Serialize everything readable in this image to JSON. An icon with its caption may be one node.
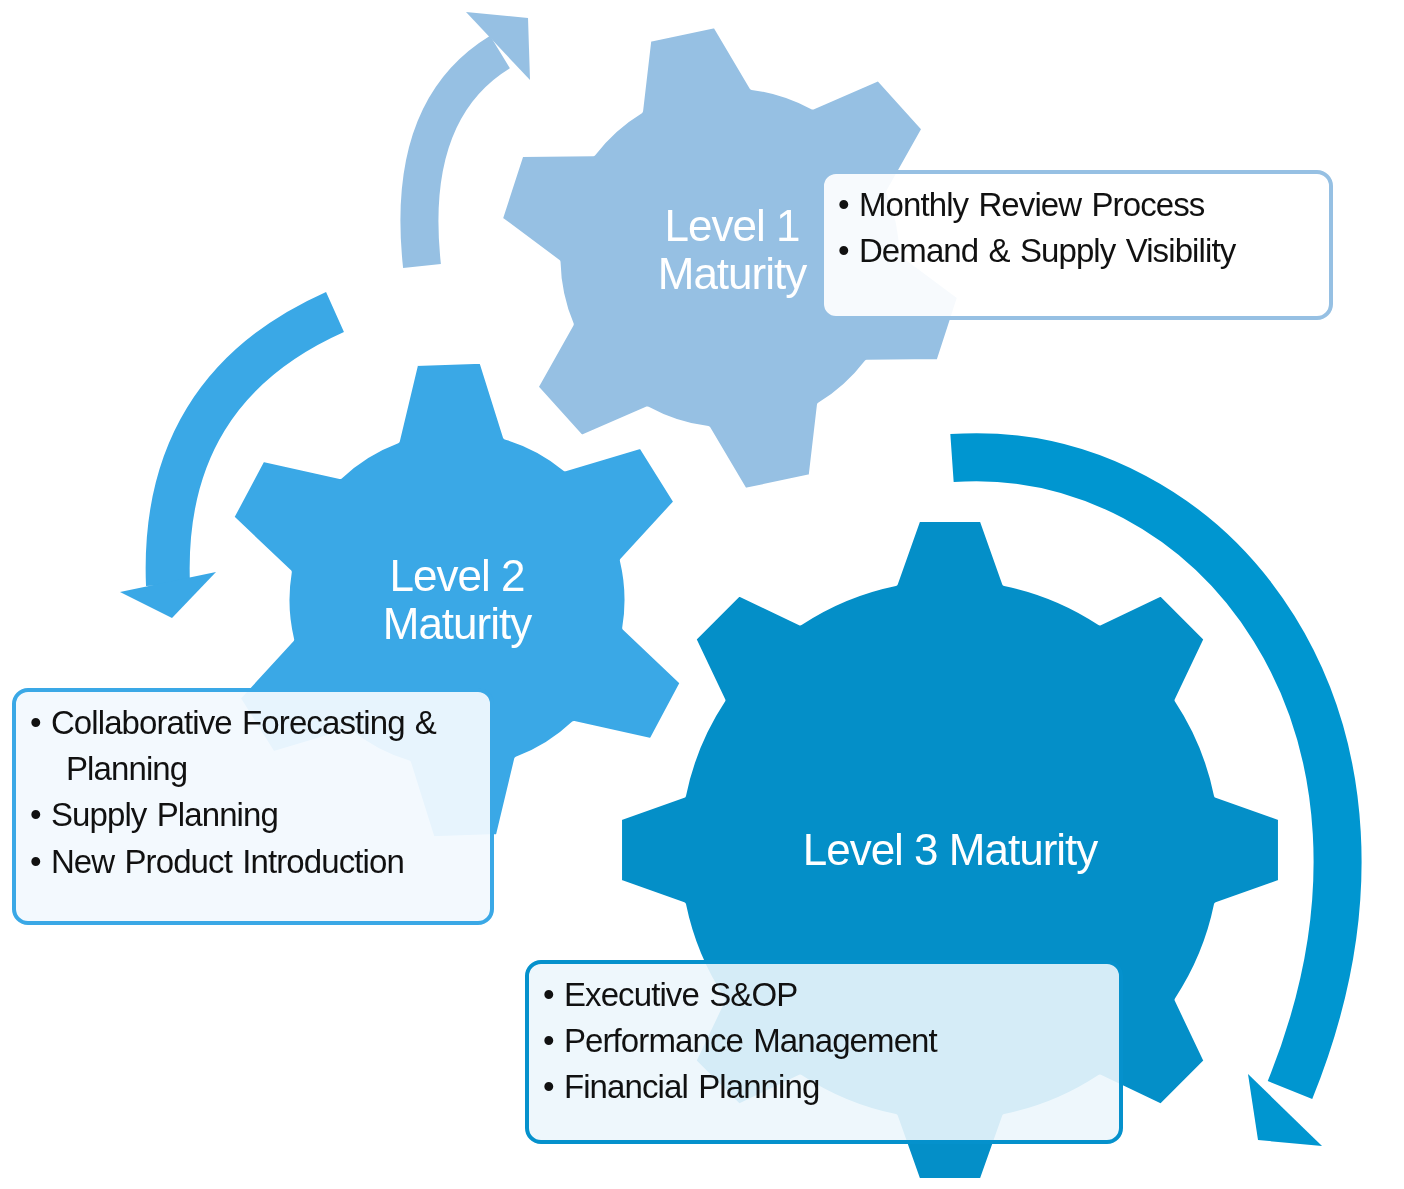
{
  "diagram": {
    "nodes": [
      {
        "text": [
          "Level 1 Maturity"
        ]
      },
      {
        "text": [
          "• Monthly Review Process",
          "• Demand & Supply Visibility"
        ]
      },
      {
        "text": [
          "Level 2 Maturity"
        ]
      },
      {
        "text": [
          "• Collaborative Forecasting & Planning",
          "• Supply Planning",
          "• New Product Introduction"
        ]
      },
      {
        "text": [
          "Level 3 Maturity"
        ]
      },
      {
        "text": [
          "• Executive S&OP",
          "• Performance Management",
          "• Financial Planning"
        ]
      }
    ]
  }
}
